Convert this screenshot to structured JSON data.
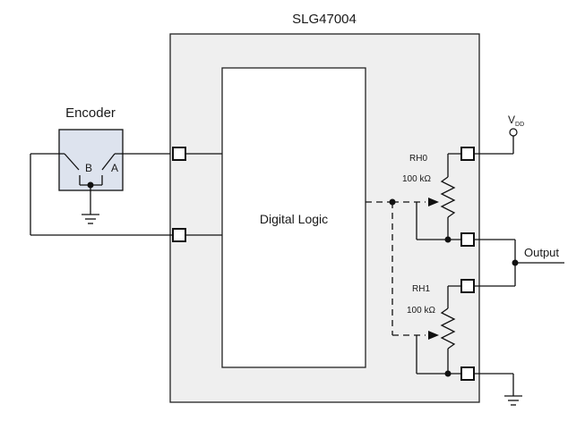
{
  "chip": {
    "name": "SLG47004"
  },
  "logic": {
    "label": "Digital Logic"
  },
  "encoder": {
    "title": "Encoder",
    "switch_b": "B",
    "switch_a": "A"
  },
  "supply": {
    "main": "V",
    "sub": "DD"
  },
  "output": {
    "label": "Output"
  },
  "rheostats": [
    {
      "name": "RH0",
      "value": "100 kΩ"
    },
    {
      "name": "RH1",
      "value": "100 kΩ"
    }
  ],
  "colors": {
    "chip_fill": "#efefef",
    "encoder_fill": "#dde3ee",
    "line": "#111111"
  }
}
